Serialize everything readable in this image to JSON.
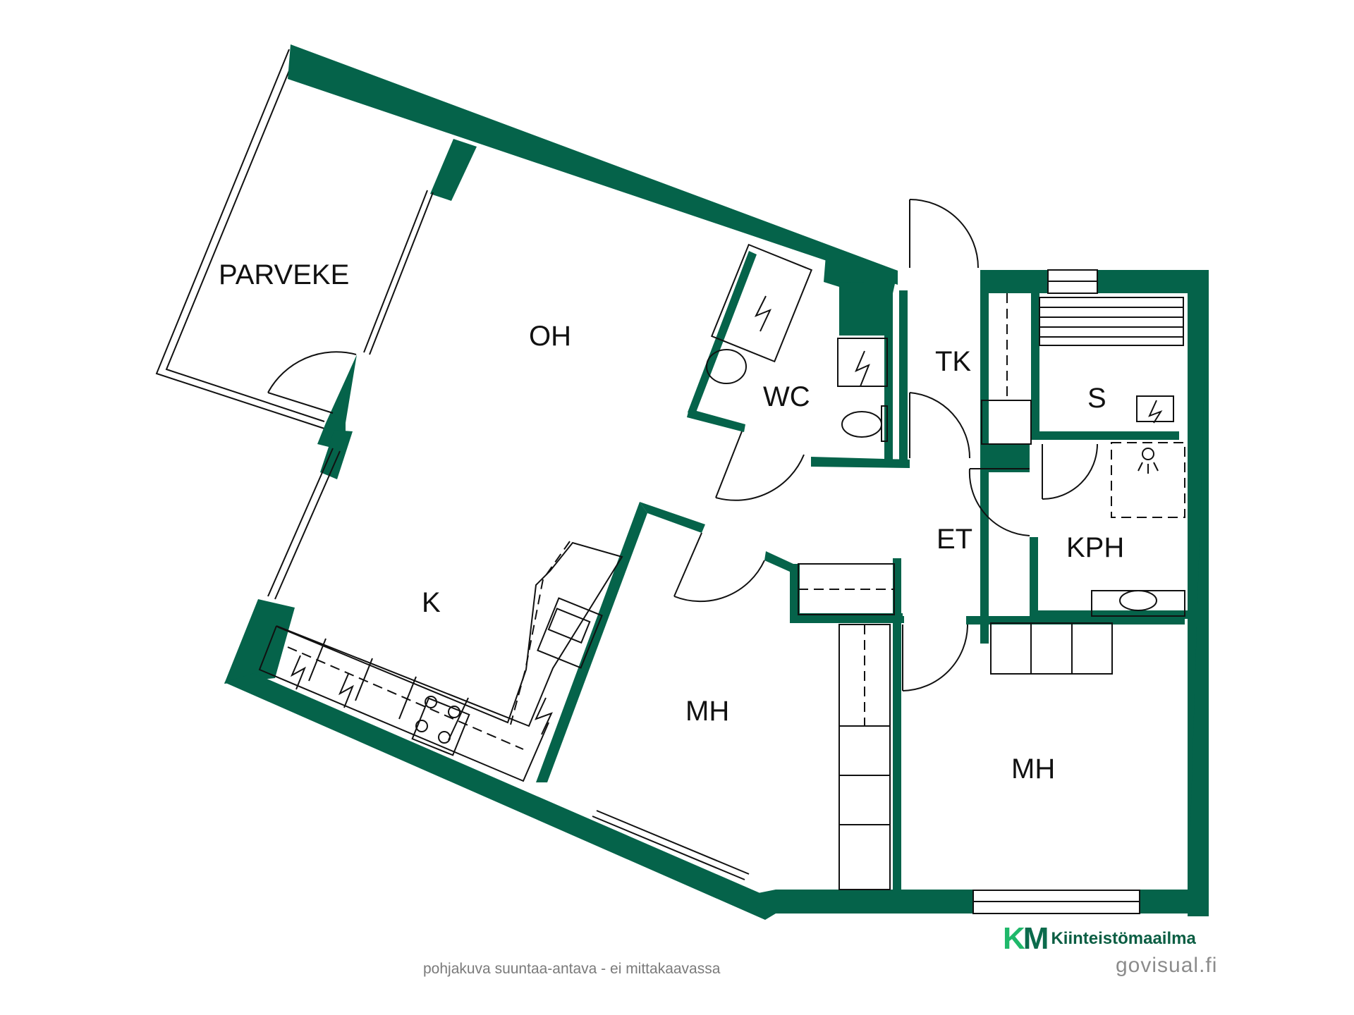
{
  "wall_color": "#05634a",
  "brand_green_light": "#1fb86a",
  "brand_green_dark": "#0b6b4c",
  "rooms": {
    "parveke": "PARVEKE",
    "oh": "OH",
    "k": "K",
    "wc": "WC",
    "tk": "TK",
    "s": "S",
    "et": "ET",
    "kph": "KPH",
    "mh1": "MH",
    "mh2": "MH"
  },
  "footer": {
    "disclaimer": "pohjakuva suuntaa-antava - ei mittakaavassa",
    "credit": "govisual.fi"
  },
  "brand": {
    "mark_k": "K",
    "mark_m": "M",
    "name": "Kiinteistömaailma"
  },
  "icons": [
    "electric-appliance-icon",
    "stove-hob-icon",
    "sink-icon",
    "toilet-icon",
    "shower-icon",
    "wardrobe-icon"
  ]
}
